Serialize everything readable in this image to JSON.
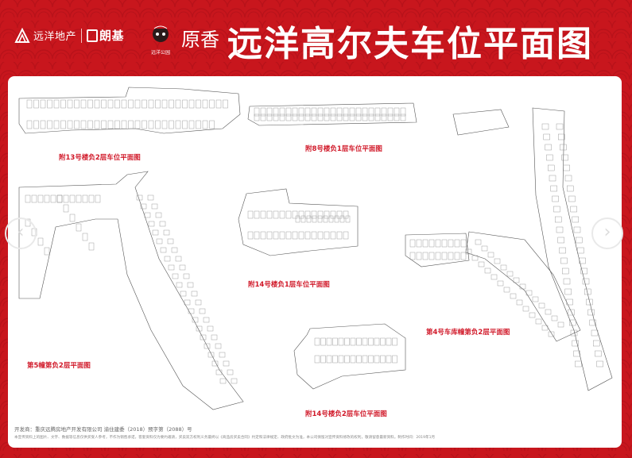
{
  "header": {
    "title": "远洋高尔夫车位平面图",
    "brand_yuanyang": "远洋地产",
    "brand_langji": "朗基",
    "brand_park": "远洋公园",
    "brand_yuanxiang": "原香"
  },
  "plans": [
    {
      "label": "附13号楼负2层车位平面图"
    },
    {
      "label": "附8号楼负1层车位平面图"
    },
    {
      "label": "附14号楼负1层车位平面图"
    },
    {
      "label": "第5幢第负2层平面图"
    },
    {
      "label": "第4号车库幢第负2层平面图"
    },
    {
      "label": "附14号楼负2层车位平面图"
    }
  ],
  "nav": {
    "prev": "‹",
    "next": "›"
  },
  "footer": {
    "developer": "开发商：重庆远腾房地产开发有限公司 渝住建委（2018）预字第（2088）号",
    "disclaimer": "本宣传资料上的图片、文字、数据等信息仅供买受人参考，不作为销售承诺，客套资料仅为要约邀请，买卖双方权利义务最终以《商品房买卖合同》约定和法律规定、政府批文为准，本公司保留对宣传资料修改的权利，敬请留意最新资料。制作时间：2019年1月"
  },
  "colors": {
    "brand_red": "#c8161d",
    "label_red": "#d11a2a"
  }
}
